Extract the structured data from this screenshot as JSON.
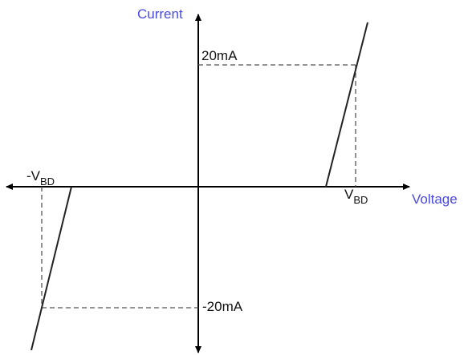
{
  "axes": {
    "y_label": "Current",
    "x_label": "Voltage",
    "label_color": "#4a4ae0"
  },
  "ticks": {
    "current_pos": "20mA",
    "current_neg": "-20mA",
    "breakdown_pos": {
      "main": "V",
      "sub": "BD"
    },
    "breakdown_neg": {
      "main": "-V",
      "sub": "BD"
    }
  },
  "colors": {
    "axis": "#000000",
    "curve": "#222222",
    "guide": "#555555"
  }
}
